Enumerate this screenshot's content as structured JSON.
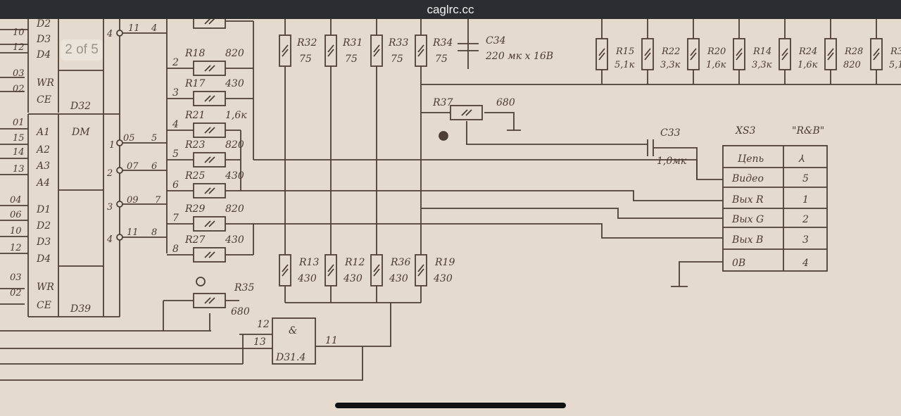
{
  "browser": {
    "url": "caglrc.cc"
  },
  "viewer": {
    "page_indicator": "2 of 5"
  },
  "colors": {
    "paper": "#e4dace",
    "ink": "#4d3f35",
    "topbar": "#2b2d31"
  },
  "schematic": {
    "chips": {
      "d32": "D32",
      "dm": "DM",
      "d39": "D39",
      "d31": "D31.4",
      "and_symbol": "&"
    },
    "d32_left": {
      "p10": "10",
      "p12": "12",
      "p03": "03",
      "p02": "02",
      "p01": "01",
      "p15": "15",
      "p14": "14",
      "p13": "13"
    },
    "d32_inner": {
      "d2": "D2",
      "d3": "D3",
      "d4": "D4",
      "wr": "WR",
      "ce": "CE",
      "a1": "A1",
      "a2": "A2",
      "a3": "A3",
      "a4": "A4"
    },
    "d39_left": {
      "p04": "04",
      "p06": "06",
      "p10": "10",
      "p12": "12",
      "p03": "03",
      "p02": "02"
    },
    "d39_inner": {
      "d1": "D1",
      "d2": "D2",
      "d3": "D3",
      "d4": "D4",
      "wr": "WR",
      "ce": "CE"
    },
    "bus_pins": {
      "n4a": "4",
      "n11a": "11",
      "n4b": "4",
      "n1": "1",
      "n05": "05",
      "n5": "5",
      "n2": "2",
      "n07": "07",
      "n6": "6",
      "n3": "3",
      "n09": "09",
      "n7": "7",
      "n4c": "4",
      "n11b": "11",
      "n8": "8"
    },
    "conn_pins": {
      "p2": "2",
      "p3": "3",
      "p4": "4",
      "p5": "5",
      "p6": "6",
      "p7": "7",
      "p8": "8"
    },
    "h_resistors": [
      {
        "ref": "R18",
        "val": "820"
      },
      {
        "ref": "R17",
        "val": "430"
      },
      {
        "ref": "R21",
        "val": "1,6к"
      },
      {
        "ref": "R23",
        "val": "820"
      },
      {
        "ref": "R25",
        "val": "430"
      },
      {
        "ref": "R29",
        "val": "820"
      },
      {
        "ref": "R27",
        "val": "430"
      }
    ],
    "top_resistors": [
      {
        "ref": "R32",
        "val": "75"
      },
      {
        "ref": "R31",
        "val": "75"
      },
      {
        "ref": "R33",
        "val": "75"
      },
      {
        "ref": "R34",
        "val": "75"
      }
    ],
    "bottom_resistors": [
      {
        "ref": "R13",
        "val": "430"
      },
      {
        "ref": "R12",
        "val": "430"
      },
      {
        "ref": "R36",
        "val": "430"
      },
      {
        "ref": "R19",
        "val": "430"
      }
    ],
    "right_resistors": [
      {
        "ref": "R15",
        "val": "5,1к"
      },
      {
        "ref": "R22",
        "val": "3,3к"
      },
      {
        "ref": "R20",
        "val": "1,6к"
      },
      {
        "ref": "R14",
        "val": "3,3к"
      },
      {
        "ref": "R24",
        "val": "1,6к"
      },
      {
        "ref": "R28",
        "val": "820"
      },
      {
        "ref": "R3",
        "val": "5,1"
      }
    ],
    "c34": {
      "ref": "C34",
      "val": "220 мк х 16В"
    },
    "c33": {
      "ref": "C33",
      "val": "1,0мк"
    },
    "r37": {
      "ref": "R37",
      "val": "680"
    },
    "r35": {
      "ref": "R35",
      "val": "680"
    },
    "gate_pins": {
      "in12": "12",
      "in13": "13",
      "out11": "11"
    },
    "xs3": {
      "ref": "XS3",
      "name": "\"R&B\"",
      "header": {
        "label": "Цепь",
        "pin": "⅄"
      },
      "rows": [
        {
          "label": "Видео",
          "pin": "5"
        },
        {
          "label": "Вых R",
          "pin": "1"
        },
        {
          "label": "Вых G",
          "pin": "2"
        },
        {
          "label": "Вых B",
          "pin": "3"
        },
        {
          "label": "0В",
          "pin": "4"
        }
      ]
    }
  }
}
